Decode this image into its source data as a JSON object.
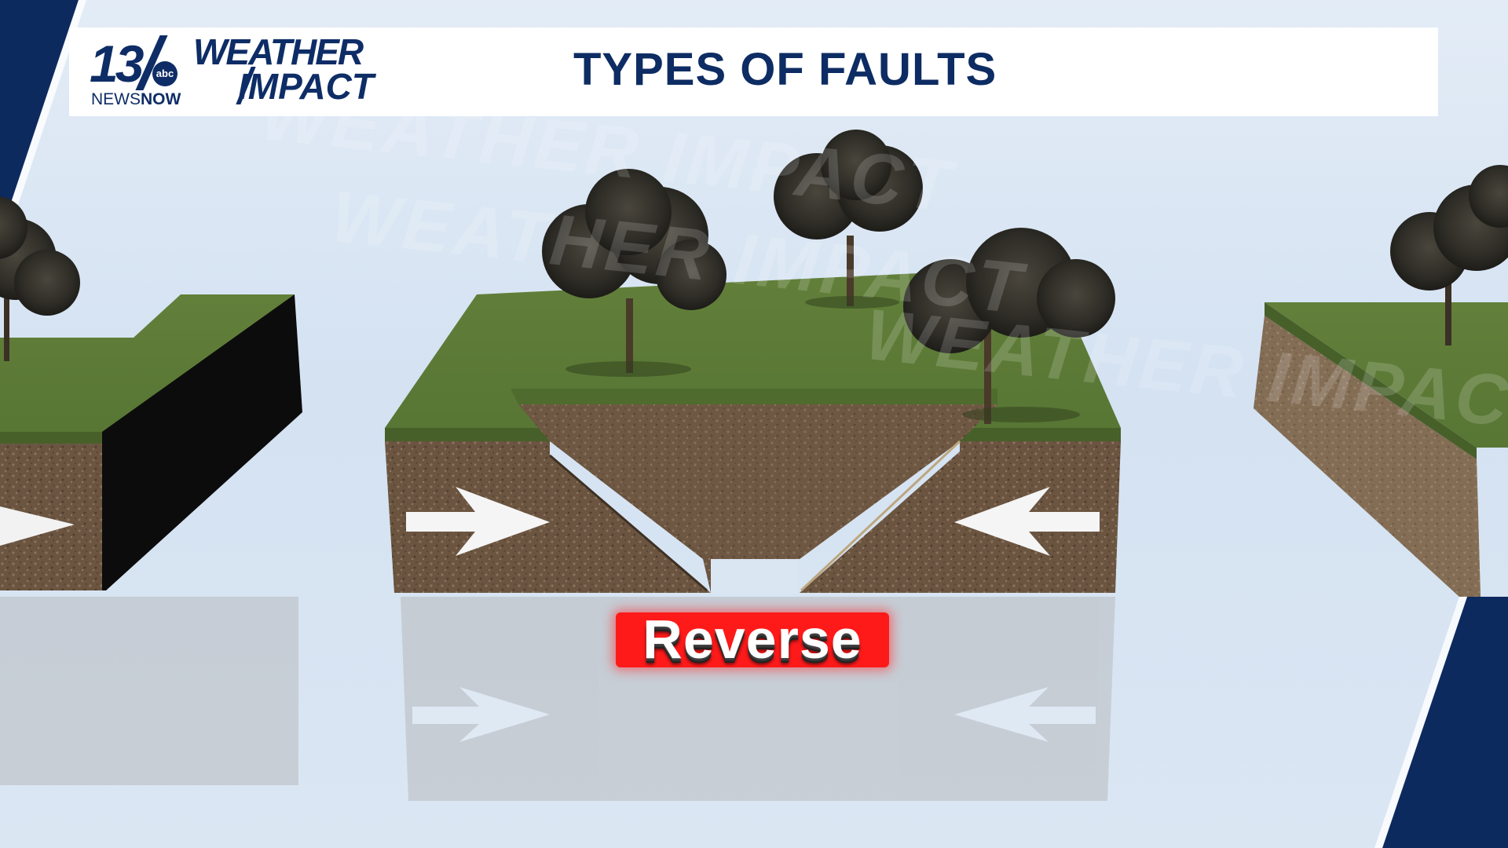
{
  "header": {
    "logo_number": "13",
    "logo_network": "abc",
    "logo_newsnow_a": "NEWS",
    "logo_newsnow_b": "NOW",
    "logo_weather": "WEATHER",
    "logo_impact": "IMPACT",
    "title": "TYPES OF FAULTS"
  },
  "fault_label": "Reverse",
  "watermark_text": "WEATHER IMPACT",
  "colors": {
    "brand_navy": "#0e2d66",
    "label_red": "#ff1a1a",
    "grass": "#5f7c36",
    "soil": "#6a5440"
  }
}
